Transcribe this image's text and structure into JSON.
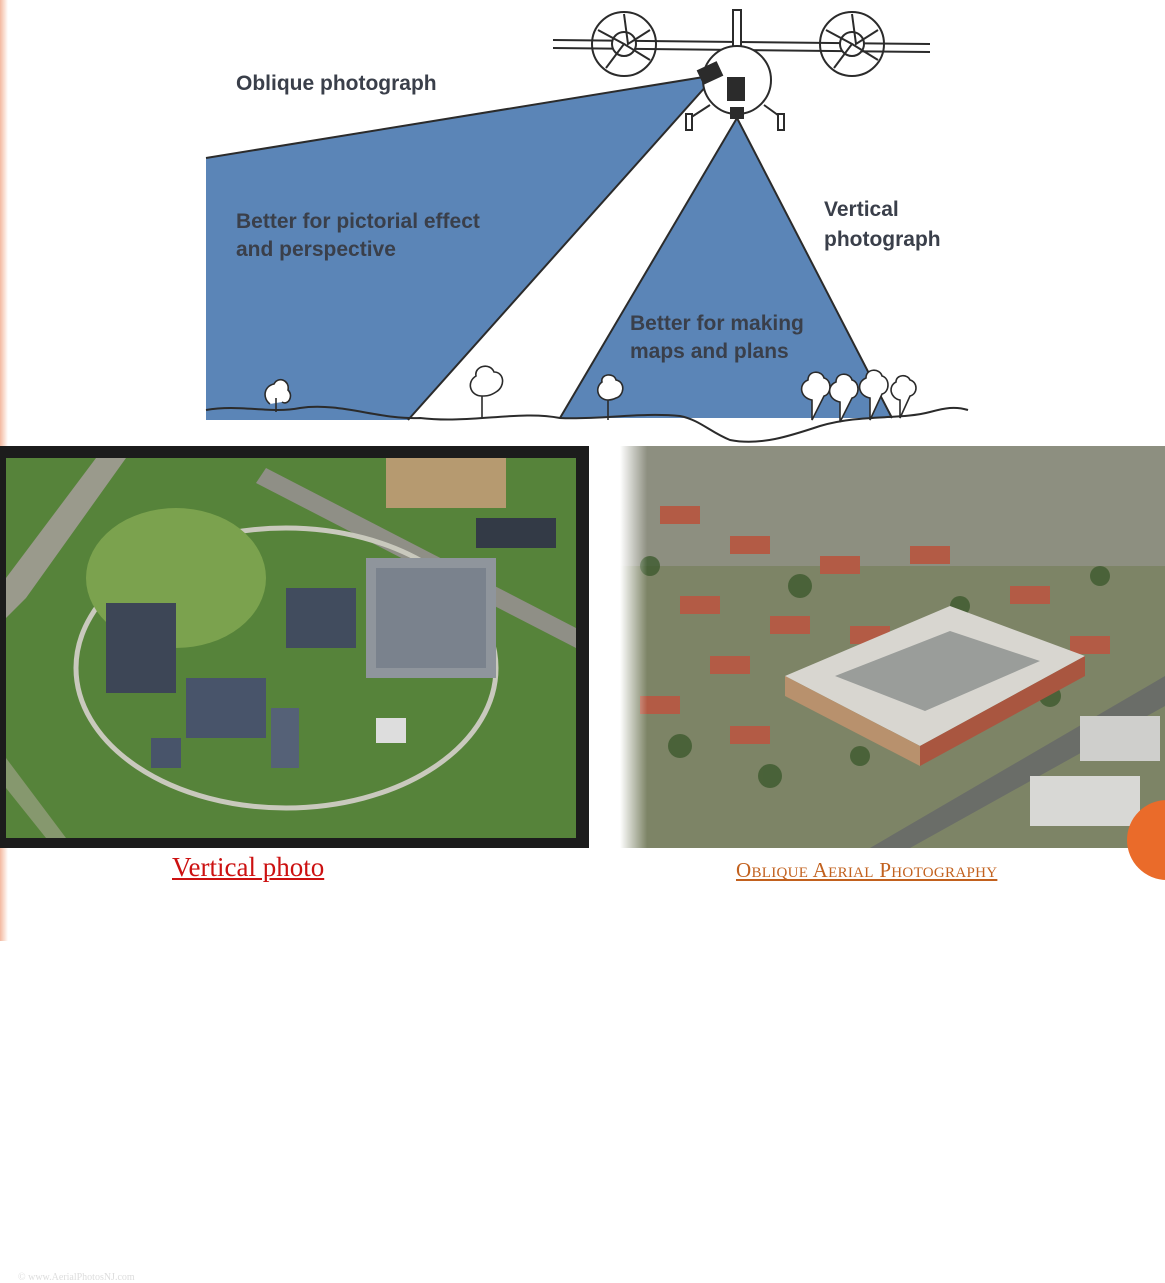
{
  "diagram": {
    "oblique_label": "Oblique photograph",
    "oblique_desc_line1": "Better for pictorial effect",
    "oblique_desc_line2": "and perspective",
    "vertical_label_line1": "Vertical",
    "vertical_label_line2": "photograph",
    "vertical_desc_line1": "Better for making",
    "vertical_desc_line2": "maps and plans",
    "cone_color": "#5b85b7"
  },
  "photos": {
    "vertical_caption": "Vertical photo",
    "oblique_caption": "Oblique Aerial Photography",
    "watermark": "© www.AerialPhotosNJ.com"
  },
  "colors": {
    "vertical_caption": "#cc1111",
    "oblique_caption": "#c2611e",
    "accent_dot": "#ea6b2a"
  }
}
